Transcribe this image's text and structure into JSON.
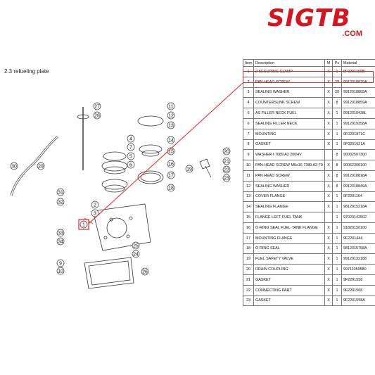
{
  "logo": {
    "main": "SIGTB",
    "sub": ".COM"
  },
  "section_title": "2.3  refueling plate",
  "table": {
    "headers": [
      "Item",
      "Description",
      "M",
      "Pc",
      "Material"
    ],
    "rows": [
      [
        "1",
        "2 SECURING CLAMP",
        "X",
        "1",
        "9F0201190B"
      ],
      [
        "2",
        "PAN HEAD SCREW",
        "X",
        "29",
        "9912018879A"
      ],
      [
        "3",
        "SEALING WASHER",
        "X",
        "29",
        "9912018869A"
      ],
      [
        "4",
        "COUNTERSUNK SCREW",
        "X",
        "8",
        "9912018859A"
      ],
      [
        "5",
        "AS FILLER NECK FUEL",
        "X",
        "1",
        "9912010438L"
      ],
      [
        "6",
        "SEALING FILLER NECK",
        "X",
        "1",
        "9912019358A"
      ],
      [
        "7",
        "MOUNTING",
        "X",
        "1",
        "9F0201871C"
      ],
      [
        "8",
        "GASKET",
        "X",
        "1",
        "9F0201621A"
      ],
      [
        "9",
        "WASHER I 7089 A2 200HV",
        "",
        "8",
        "90002507300"
      ],
      [
        "10",
        "PAN-HEAD SCREW M5x16 7380 A2-70",
        "X",
        "8",
        "90062300100"
      ],
      [
        "11",
        "PAN HEAD SCREW",
        "X",
        "8",
        "9912018818A"
      ],
      [
        "12",
        "SEALING WASHER",
        "X",
        "8",
        "9912018849A"
      ],
      [
        "13",
        "COVER FLANGE",
        "X",
        "1",
        "9F2201164"
      ],
      [
        "14",
        "SEALING FLANGE",
        "X",
        "1",
        "9812015218A"
      ],
      [
        "15",
        "FLANGE LEFT FUEL TANK",
        "",
        "1",
        "97020142502"
      ],
      [
        "16",
        "O-RING SEAL FUEL-TANK FLANGE",
        "X",
        "1",
        "91820150100"
      ],
      [
        "17",
        "MOUNTING FLANGE",
        "X",
        "1",
        "9F2201444"
      ],
      [
        "18",
        "O-RING SEAL",
        "X",
        "1",
        "9812015758A"
      ],
      [
        "19",
        "FUEL SAFETY VALVE",
        "X",
        "1",
        "99120132188"
      ],
      [
        "20",
        "DRAIN COUPLING",
        "X",
        "1",
        "99711059580"
      ],
      [
        "21",
        "GASKET",
        "X",
        "1",
        "9F2201558"
      ],
      [
        "22",
        "CONNECTING PART",
        "X",
        "1",
        "9F2201508"
      ],
      [
        "23",
        "GASKET",
        "X",
        "1",
        "9F2201558A"
      ]
    ]
  },
  "diagram": {
    "callouts": [
      {
        "n": "27"
      },
      {
        "n": "28"
      },
      {
        "n": "7"
      },
      {
        "n": "5"
      },
      {
        "n": "6"
      },
      {
        "n": "31"
      },
      {
        "n": "32"
      },
      {
        "n": "2"
      },
      {
        "n": "3"
      },
      {
        "n": "1"
      },
      {
        "n": "33"
      },
      {
        "n": "34"
      },
      {
        "n": "9"
      },
      {
        "n": "10"
      },
      {
        "n": "25"
      },
      {
        "n": "24"
      },
      {
        "n": "26"
      },
      {
        "n": "11"
      },
      {
        "n": "12"
      },
      {
        "n": "13"
      },
      {
        "n": "4"
      },
      {
        "n": "14"
      },
      {
        "n": "15"
      },
      {
        "n": "16"
      },
      {
        "n": "17"
      },
      {
        "n": "18"
      },
      {
        "n": "19"
      },
      {
        "n": "20"
      },
      {
        "n": "21"
      },
      {
        "n": "22"
      },
      {
        "n": "23"
      },
      {
        "n": "30"
      },
      {
        "n": "29"
      }
    ]
  },
  "colors": {
    "accent": "#e2232a",
    "logo": "#d4151f"
  }
}
